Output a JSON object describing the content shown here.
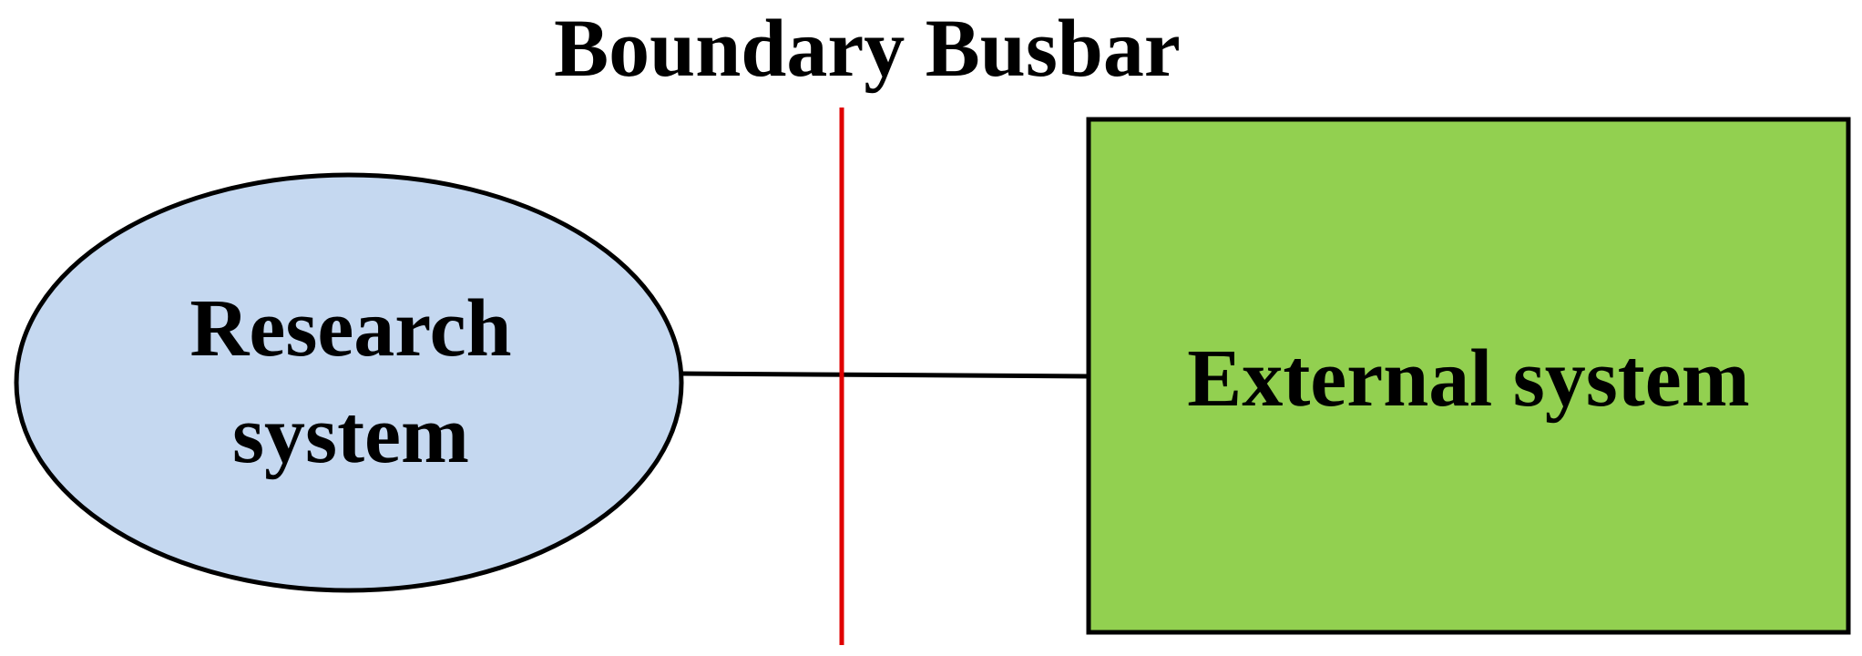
{
  "title": "Boundary Busbar",
  "nodes": {
    "research": {
      "line1": "Research",
      "line2": "system",
      "fill": "#C5D8F0"
    },
    "external": {
      "label": "External system",
      "fill": "#92D050"
    }
  },
  "busbar": {
    "color": "#E00000"
  },
  "stroke_color": "#000000"
}
